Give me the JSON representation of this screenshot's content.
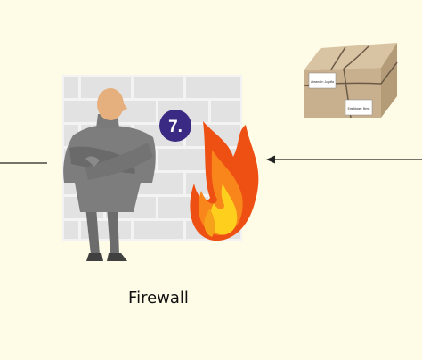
{
  "caption": "Firewall",
  "step_badge": {
    "label": "7."
  },
  "package": {
    "sender_label": "Absender: Jugoffa",
    "recipient_label": "Empfänger: Bene"
  },
  "icons": [
    "firewall-brick-wall",
    "guard-person",
    "flame",
    "package-box"
  ],
  "colors": {
    "background": "#fefce6",
    "wall": "#e4e4e4",
    "mortar": "#f2f2f2",
    "badge": "#3b2a84",
    "person": "#7f7f7f",
    "skin": "#e6b07e",
    "flame_outer": "#f05a12",
    "flame_inner": "#ffd21f",
    "box": "#c8b08e",
    "arrow": "#222222"
  }
}
